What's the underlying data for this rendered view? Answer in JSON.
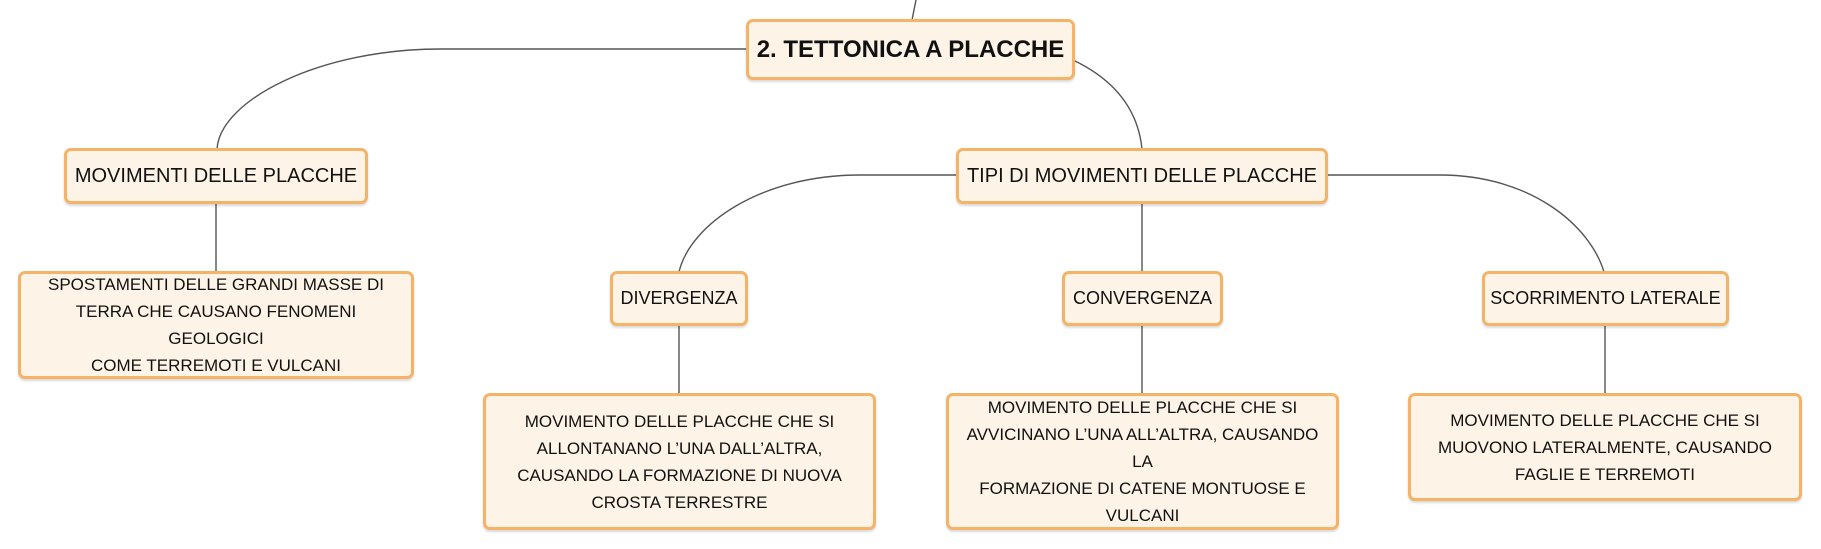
{
  "diagram": {
    "root": {
      "label": "2. TETTONICA A PLACCHE"
    },
    "branches": [
      {
        "label": "MOVIMENTI DELLE PLACCHE"
      },
      {
        "label": "TIPI DI MOVIMENTI DELLE PLACCHE"
      }
    ],
    "movimenti_detail": {
      "lines": [
        "SPOSTAMENTI DELLE GRANDI MASSE DI",
        "TERRA CHE CAUSANO FENOMENI GEOLOGICI",
        "COME TERREMOTI E VULCANI"
      ]
    },
    "types": [
      {
        "label": "DIVERGENZA",
        "lines": [
          "MOVIMENTO DELLE PLACCHE CHE SI",
          "ALLONTANANO L’UNA DALL’ALTRA,",
          "CAUSANDO LA FORMAZIONE DI NUOVA",
          "CROSTA TERRESTRE"
        ]
      },
      {
        "label": "CONVERGENZA",
        "lines": [
          "MOVIMENTO DELLE PLACCHE CHE SI",
          "AVVICINANO L’UNA ALL’ALTRA, CAUSANDO LA",
          "FORMAZIONE DI CATENE MONTUOSE E",
          "VULCANI"
        ]
      },
      {
        "label": "SCORRIMENTO LATERALE",
        "lines": [
          "MOVIMENTO DELLE PLACCHE CHE SI",
          "MUOVONO LATERALMENTE, CAUSANDO",
          "FAGLIE E TERREMOTI"
        ]
      }
    ],
    "colors": {
      "node_fill": "#fdf3e7",
      "node_border": "#f4b366",
      "connector": "#555555",
      "text": "#111111"
    }
  }
}
